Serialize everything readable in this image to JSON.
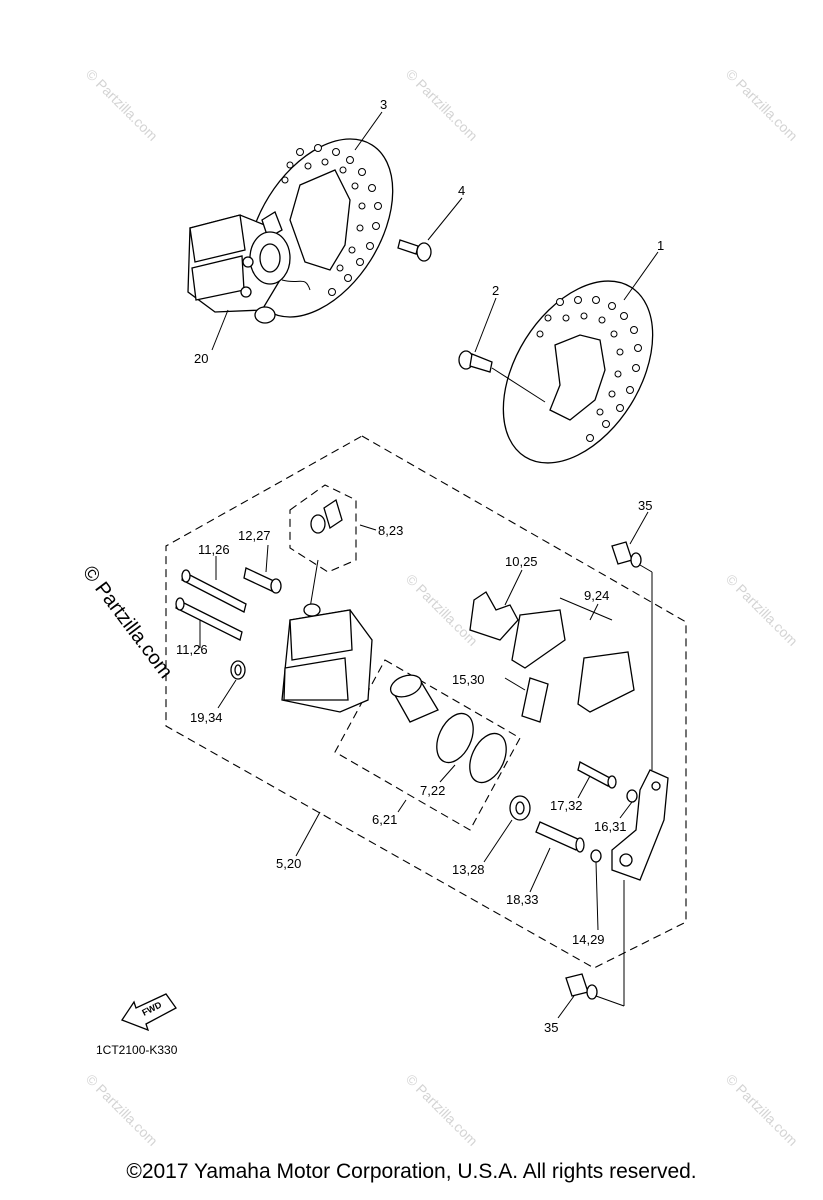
{
  "callouts": {
    "c1": "1",
    "c2": "2",
    "c3": "3",
    "c4": "4",
    "c20": "20",
    "c35a": "35",
    "c35b": "35",
    "c8_23": "8,23",
    "c12_27": "12,27",
    "c11_26a": "11,26",
    "c11_26b": "11,26",
    "c10_25": "10,25",
    "c9_24": "9,24",
    "c15_30": "15,30",
    "c19_34": "19,34",
    "c7_22": "7,22",
    "c6_21": "6,21",
    "c17_32": "17,32",
    "c16_31": "16,31",
    "c13_28": "13,28",
    "c18_33": "18,33",
    "c14_29": "14,29",
    "c5_20": "5,20"
  },
  "fwd_label": "FWD",
  "diagram_code": "1CT2100-K330",
  "watermark_text": "© Partzilla.com",
  "copyright": "©2017  Yamaha Motor Corporation, U.S.A. All rights reserved."
}
